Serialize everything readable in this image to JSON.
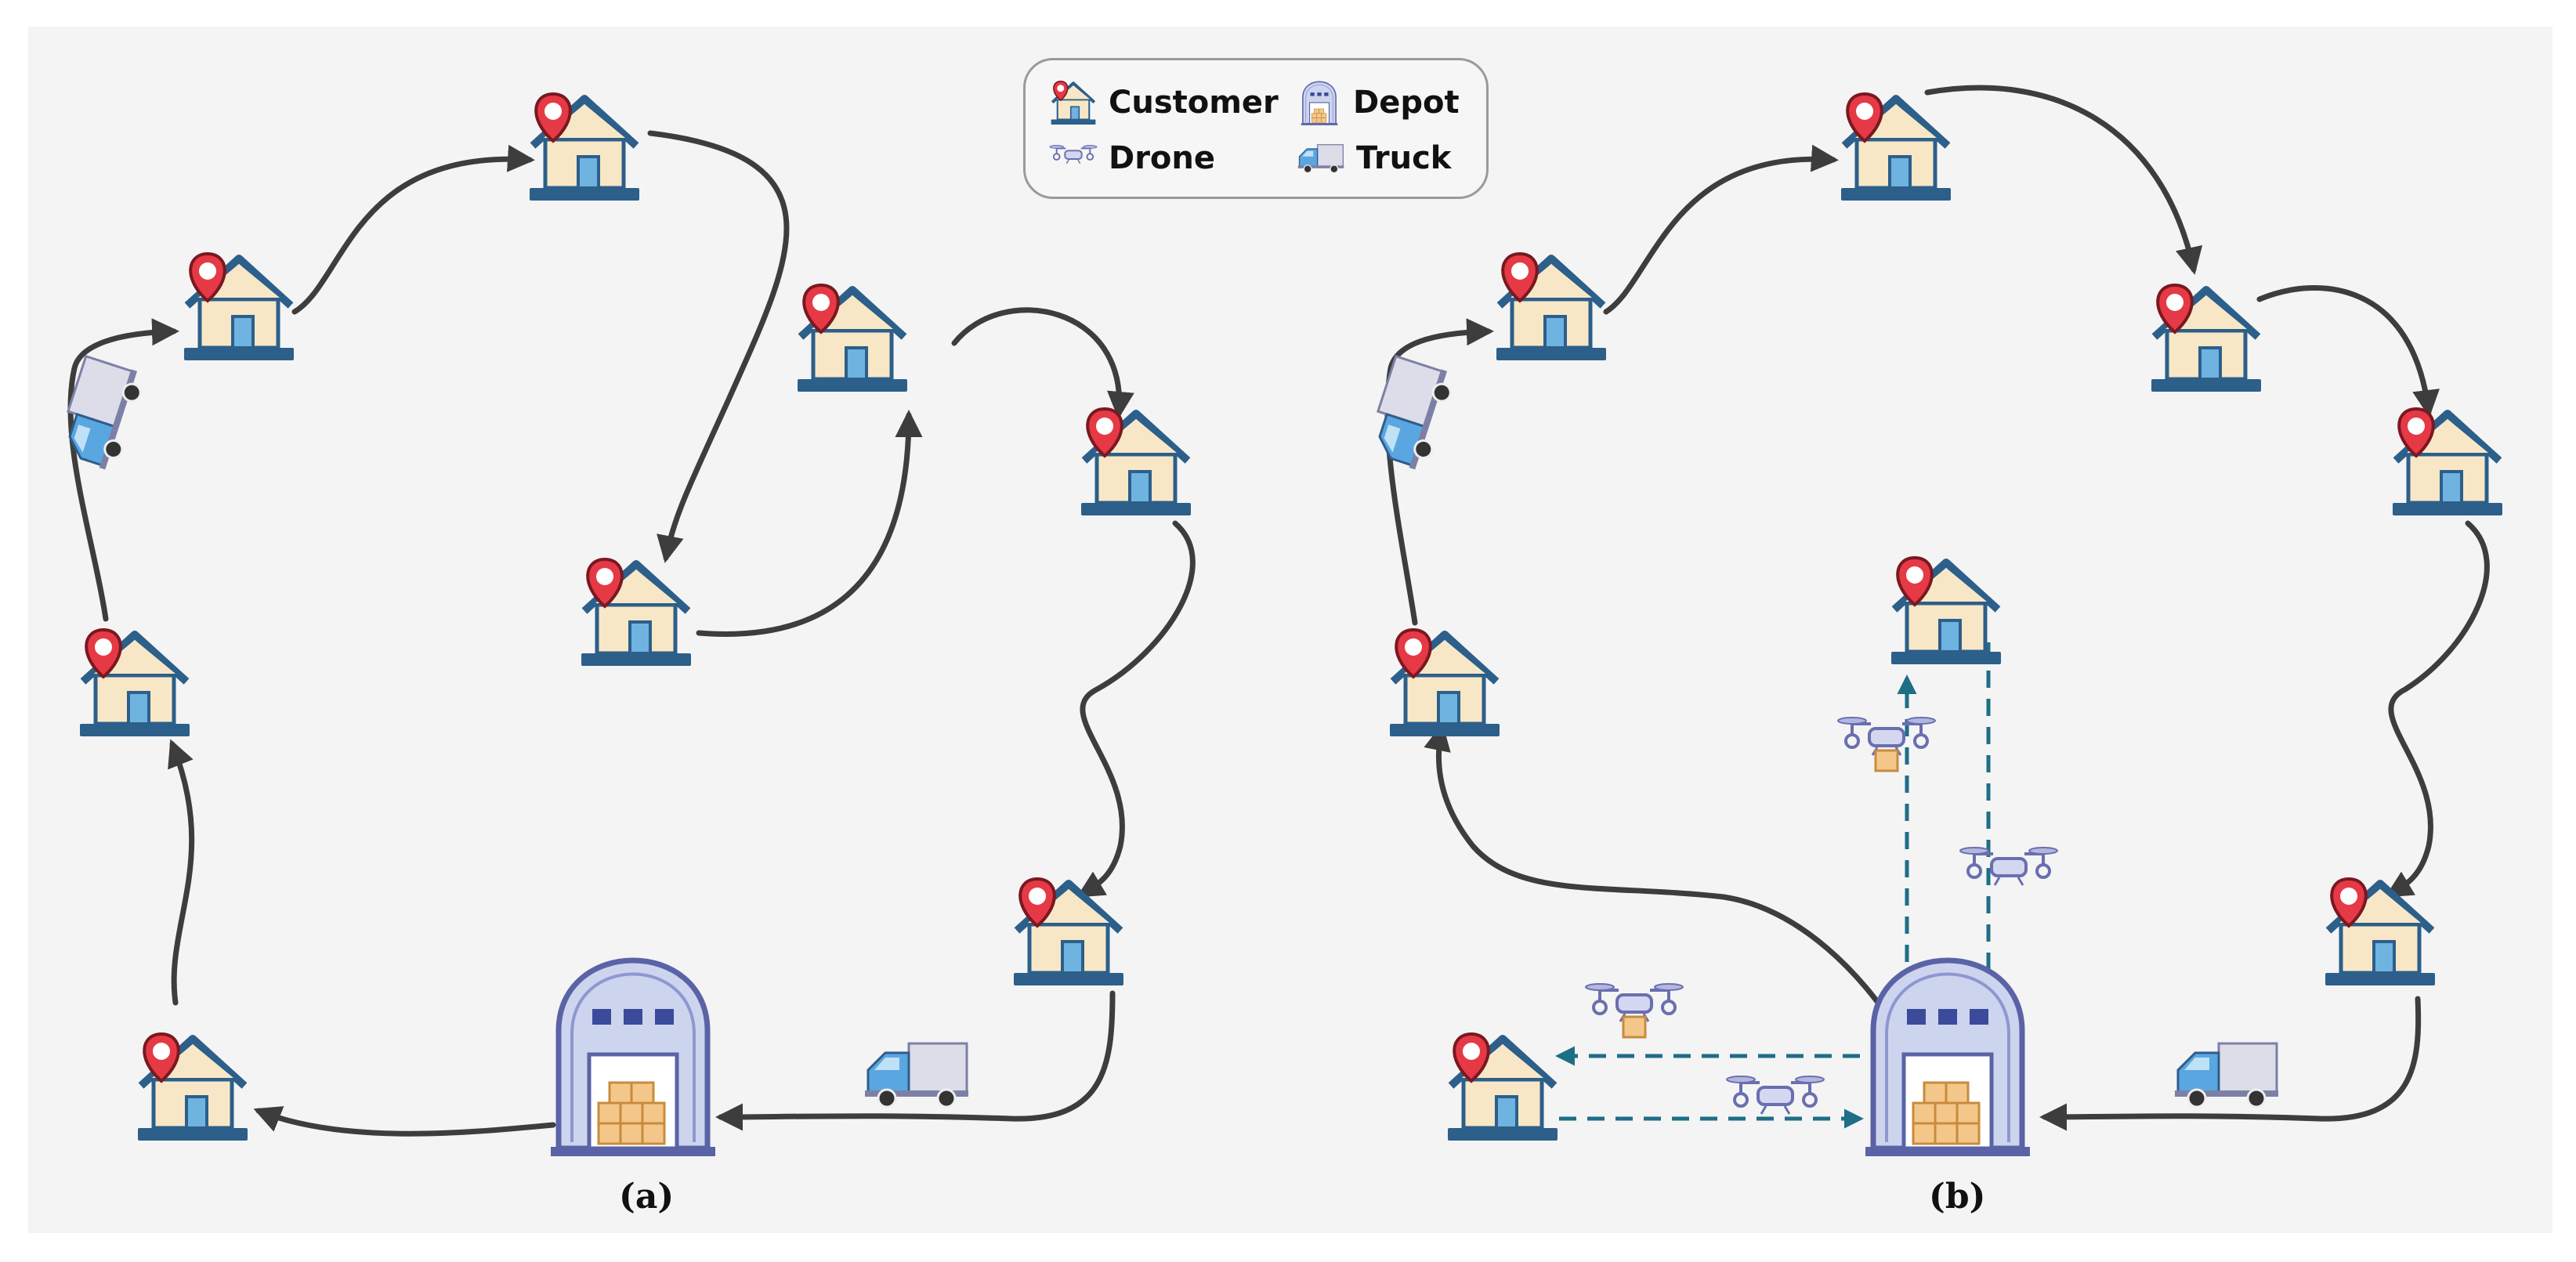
{
  "legend": {
    "customer": "Customer",
    "depot": "Depot",
    "drone": "Drone",
    "truck": "Truck"
  },
  "panels": {
    "a": "(a)",
    "b": "(b)"
  },
  "colors": {
    "truck_route": "#3d3d3d",
    "drone_route": "#1e6e86",
    "pin": "#e63946",
    "house_wall": "#f8e7c6",
    "house_roof": "#2c5f8a",
    "depot_body": "#cdd4ee"
  },
  "icons": [
    "customer-icon",
    "depot-icon",
    "drone-icon",
    "truck-icon"
  ]
}
